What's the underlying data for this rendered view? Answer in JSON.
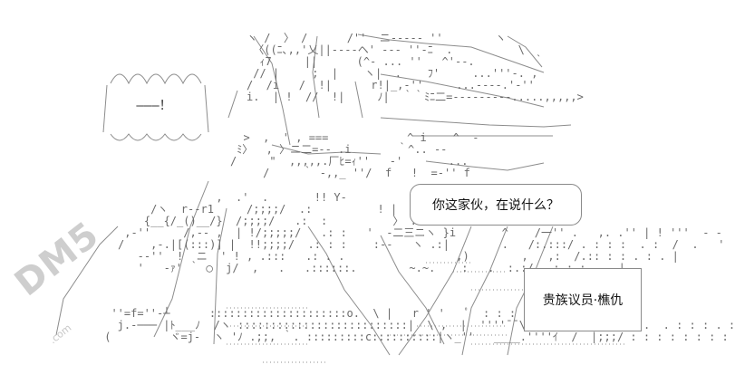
{
  "speech_bubble": {
    "text": "你这家伙，在说什么？"
  },
  "caption_box": {
    "text": "贵族议员·樵仇"
  },
  "shout_bubble": {
    "text": "―――！"
  },
  "watermark": {
    "text": "DM5",
    "sub": ".com"
  }
}
